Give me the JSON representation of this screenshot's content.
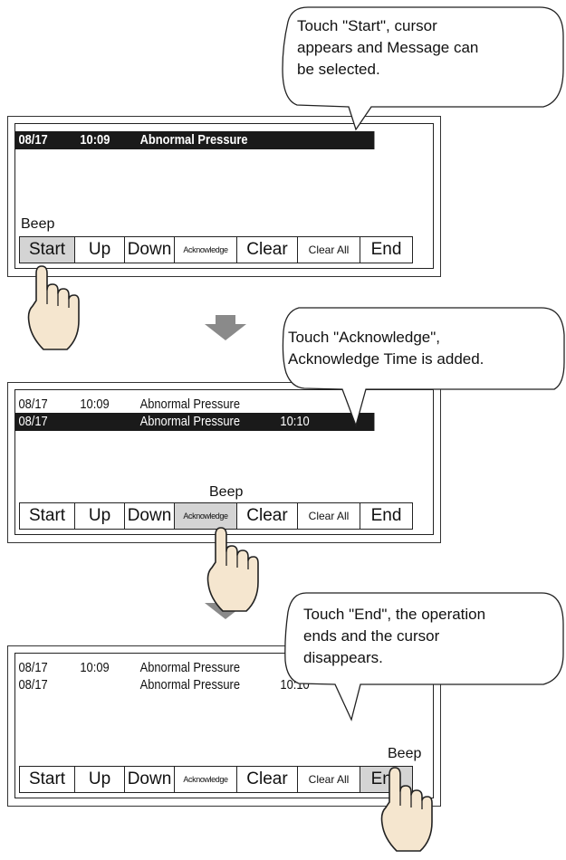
{
  "panels": [
    {
      "rows": [
        {
          "date": "08/17",
          "time": "10:09",
          "message": "Abnormal Pressure",
          "ack_time": ""
        }
      ],
      "beep": "Beep",
      "pressed": "Start"
    },
    {
      "rows": [
        {
          "date": "08/17",
          "time": "10:09",
          "message": "Abnormal Pressure",
          "ack_time": ""
        },
        {
          "date": "08/17",
          "time": "",
          "message": "Abnormal Pressure",
          "ack_time": "10:10"
        }
      ],
      "beep": "Beep",
      "pressed": "Acknowledge"
    },
    {
      "rows": [
        {
          "date": "08/17",
          "time": "10:09",
          "message": "Abnormal Pressure",
          "ack_time": ""
        },
        {
          "date": "08/17",
          "time": "",
          "message": "Abnormal Pressure",
          "ack_time": "10:10"
        }
      ],
      "beep": "Beep",
      "pressed": "End"
    }
  ],
  "buttons": {
    "start": "Start",
    "up": "Up",
    "down": "Down",
    "acknowledge": "Acknowledge",
    "clear": "Clear",
    "clear_all": "Clear All",
    "end": "End"
  },
  "callouts": [
    {
      "lines": [
        "Touch \"Start\", cursor",
        "appears and Message can",
        "be selected."
      ]
    },
    {
      "lines": [
        "Touch \"Acknowledge\",",
        "Acknowledge Time is added."
      ]
    },
    {
      "lines": [
        "Touch \"End\", the operation",
        "ends and the cursor",
        "disappears."
      ]
    }
  ],
  "colors": {
    "selection": "#1a1a1a",
    "pressed": "#d4d4d4",
    "arrow": "#8a8a8a",
    "finger": "#f5e6cf"
  }
}
